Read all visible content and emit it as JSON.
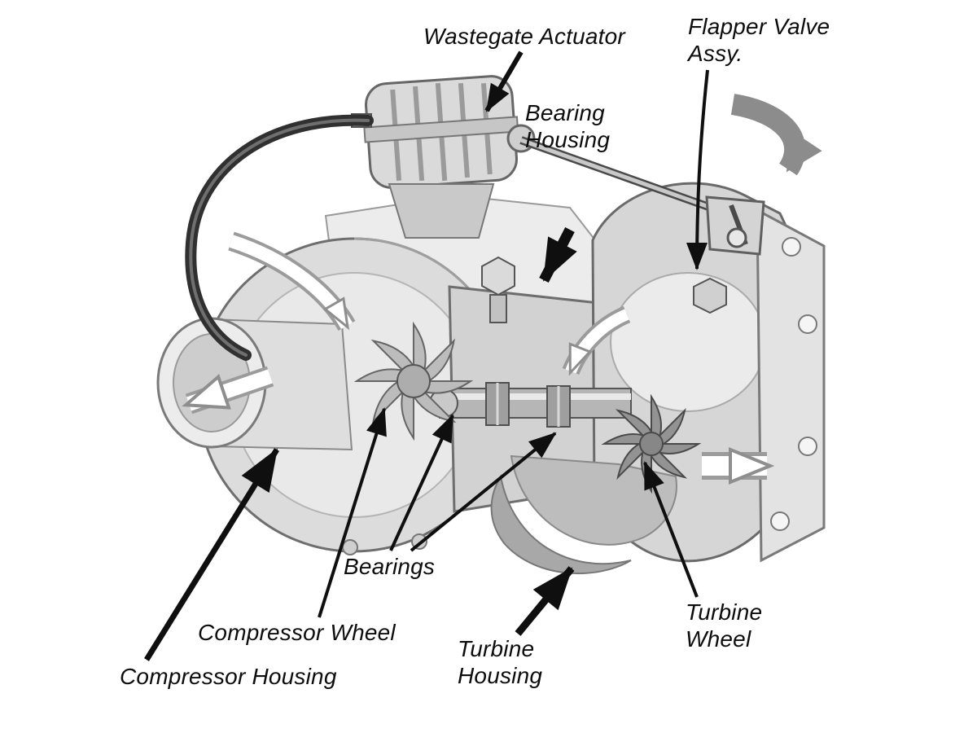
{
  "figure": {
    "description": "Cutaway illustration of a turbocharger with labeled parts, flow arrows and pointer arrows",
    "background": "#ffffff",
    "label_color": "#0d0d0d",
    "annotation_arrow_color": "#111111",
    "flow_arrow_gray": "#8c8c8c",
    "flow_arrow_white": "#ffffff",
    "labels": {
      "wastegate_actuator": "Wastegate Actuator",
      "flapper_valve_assy": "Flapper Valve Assy.",
      "bearing_housing": "Bearing Housing",
      "bearings": "Bearings",
      "compressor_wheel": "Compressor Wheel",
      "compressor_housing": "Compressor Housing",
      "turbine_housing": "Turbine Housing",
      "turbine_wheel": "Turbine Wheel"
    }
  }
}
